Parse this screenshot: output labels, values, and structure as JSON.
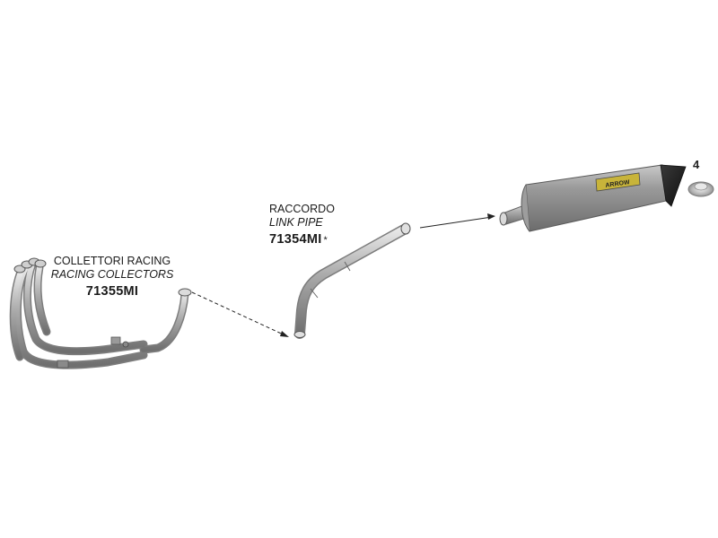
{
  "parts": {
    "collectors": {
      "name_it": "COLLETTORI RACING",
      "name_en": "RACING COLLECTORS",
      "code": "71355MI"
    },
    "link_pipe": {
      "name_it": "RACCORDO",
      "name_en": "LINK PIPE",
      "code": "71354MI",
      "note": "*"
    },
    "silencer": {
      "brand": "ARROW"
    },
    "end_cap": {
      "quantity": "4"
    }
  }
}
